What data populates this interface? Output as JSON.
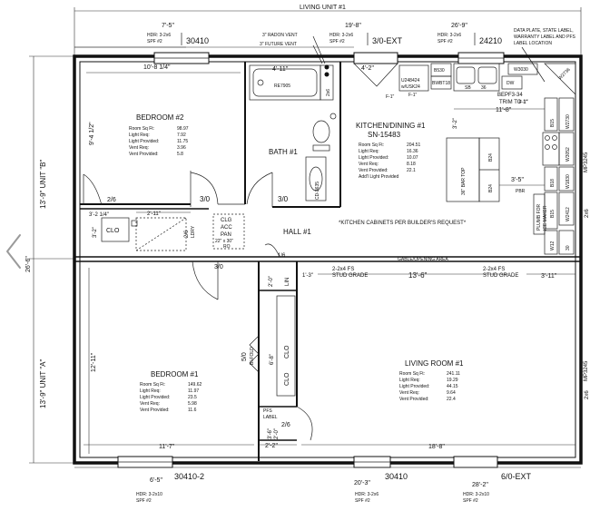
{
  "top": {
    "living_unit_label": "LIVING UNIT #1",
    "windows": [
      {
        "dim": "7'-5\"",
        "hdr": "HDR: 3-2x6",
        "spf": "SPF #2",
        "code": "30410"
      },
      {
        "dim": "19'-8\"",
        "hdr": "HDR: 3-2x6",
        "spf": "SPF #2",
        "code": "3/0-EXT"
      },
      {
        "dim": "26'-9\"",
        "hdr": "HDR: 3-2x6",
        "spf": "SPF #2",
        "code": "24210"
      }
    ],
    "radon_vent": "3\" RADON VENT",
    "future_vent": "3\" FUTURE VENT",
    "data_plate": [
      "DATA PLATE, STATE LABEL,",
      "WARRANTY LABEL AND PFS",
      "LABEL LOCATION"
    ]
  },
  "side": {
    "unit_b": "13'-9\" UNIT \"B\"",
    "unit_a": "13'-9\" UNIT \"A\"",
    "marriage": "26'-6\"",
    "mp_top": "MP3245",
    "mp_bottom": "MP3245",
    "two_by_six_top": "2x6",
    "two_by_six_bottom": "2x6"
  },
  "rooms": {
    "bedroom2": {
      "name": "BEDROOM #2",
      "width": "10'-8 1/4\"",
      "height": "9'-4 1/2\"",
      "stats": [
        "Room Sq Ft:",
        "98.97",
        "Light Req:",
        "7.92",
        "Light Provided:",
        "11.75",
        "Vent Req:",
        "3.96",
        "Vent Provided:",
        "5.8"
      ]
    },
    "bath": {
      "name": "BATH #1",
      "tub_width": "4'-11\"",
      "tub_code": "RE7905",
      "two_by_six": "2x6",
      "vanity": "CD-3635"
    },
    "kitchen": {
      "name": "KITCHEN/DINING #1",
      "serial": "SN-15483",
      "stats": [
        "Room Sq Ft:",
        "204.51",
        "Light Req:",
        "16.36",
        "Light Provided:",
        "10.07",
        "Vent Req:",
        "8.18",
        "Vent Provided:",
        "22.1",
        "Add'l Light Provided",
        ""
      ],
      "window_dim": "4'-2\"",
      "model": "U248424",
      "model2": "w/USK24",
      "f1": "F-1\"",
      "b530": "B530",
      "bwbt": "BWBT18",
      "sb": "SB",
      "sb36": "36",
      "dw": "DW",
      "w3030": "W3030",
      "w2736": "W2736",
      "bepf": "BEPF3-34",
      "trim": "TRIM TO 1\"",
      "dim_11_8": "11'-8\"",
      "dim_3_2": "3'-2\"",
      "bar_top": "36\" BAR TOP",
      "b24a": "B24",
      "b24b": "B24",
      "dim_3_5": "3'-5\"",
      "pbr": "PBR",
      "b18": "B18",
      "w1830": "W1830",
      "plumb": "PLUMB FOR",
      "icemaker": "ICE MAKER",
      "w2412": "W2412",
      "w12": "W12",
      "w12b": "30",
      "b15a": "B15",
      "b15b": "B15",
      "w2730": "W2730",
      "w3052": "W3052",
      "cabinets_note": "*KITCHEN CABINETS PER BUILDER'S REQUEST*"
    },
    "hall": {
      "name": "HALL #1",
      "clg": "CLG",
      "acc": "ACC",
      "pan": "PAN",
      "panel": "22\" x 30\"",
      "ro": "RO",
      "door_a": "3/0",
      "door_b": "3/0",
      "door_c": "3/0",
      "door_d": "1/6",
      "dim_2_11": "2'-11\"",
      "dim_3_2": "3'-2 1/4\"",
      "dim_3_2b": "3'-2\"",
      "clo": "CLO",
      "lndry": "LDRY",
      "door_26a": "2/6",
      "door_26b": "2/6",
      "lin": "LIN",
      "dim_2_0": "2'-0\""
    },
    "gable": {
      "label": "GABLE/OPENING AREA",
      "dim_1_3": "1'-3\"",
      "dim_13_6": "13'-6\"",
      "stud_a": "2-2x4 FS",
      "stud_a2": "STUD GRADE",
      "stud_b": "2-2x4 FS",
      "stud_b2": "STUD GRADE",
      "dim_3_11": "3'-11\""
    },
    "bedroom1": {
      "name": "BEDROOM #1",
      "height": "12'-11\"",
      "width": "11'-7\"",
      "stats": [
        "Room Sq Ft:",
        "149.62",
        "Light Req:",
        "11.97",
        "Light Provided:",
        "23.5",
        "Vent Req:",
        "5.98",
        "Vent Provided:",
        "11.6"
      ]
    },
    "closet": {
      "door": "5/0",
      "door2": "BI-FOLD",
      "dim_6_8": "6'-8\"",
      "clo": "CLO",
      "clo2": "CLO",
      "pfs": "PFS",
      "pfs2": "LABEL",
      "dim_3_6": "3'-6\"",
      "door_26": "2/6",
      "dim_2_2": "2'-2\""
    },
    "living": {
      "name": "LIVING ROOM #1",
      "width": "18'-8\"",
      "stats": [
        "Room Sq Ft:",
        "241.11",
        "Light Req:",
        "19.29",
        "Light Provided:",
        "44.15",
        "Vent Req:",
        "9.64",
        "Vent Provided:",
        "22.4"
      ]
    }
  },
  "bottom": {
    "windows": [
      {
        "dim": "6'-5\"",
        "hdr": "HDR: 3-2x10",
        "spf": "SPF #2",
        "code": "30410-2"
      },
      {
        "dim": "20'-3\"",
        "hdr": "HDR: 3-2x6",
        "spf": "SPF #2",
        "code": "30410"
      },
      {
        "dim": "28'-2\"",
        "hdr": "HDR: 3-2x10",
        "spf": "SPF #2",
        "code": "6/0-EXT"
      }
    ]
  }
}
